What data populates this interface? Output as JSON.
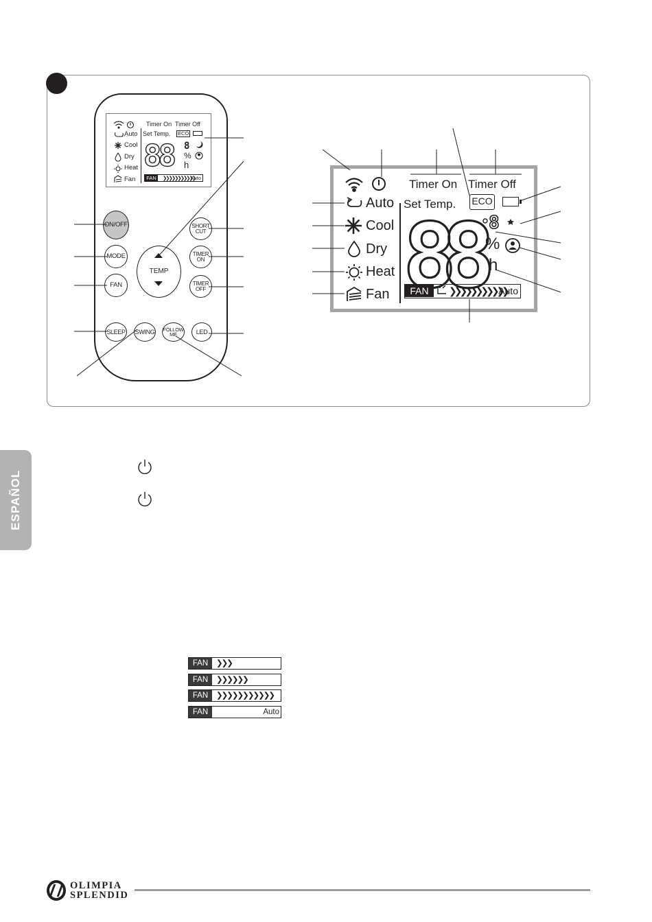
{
  "remote": {
    "lcd": {
      "timer_on": "Timer On",
      "timer_off": "Timer Off",
      "auto": "Auto",
      "set_temp": "Set Temp.",
      "eco": "ECO",
      "cool": "Cool",
      "dry": "Dry",
      "heat": "Heat",
      "fan": "Fan",
      "digits": "88",
      "fan_tag": "FAN",
      "fan_auto": "Auto"
    },
    "buttons": {
      "on_off": "ON/OFF",
      "mode": "MODE",
      "fan": "FAN",
      "temp": "TEMP",
      "shortcut_1": "SHORT",
      "shortcut_2": "CUT",
      "timer_on_1": "TIMER",
      "timer_on_2": "ON",
      "timer_off_1": "TIMER",
      "timer_off_2": "OFF",
      "sleep": "SLEEP",
      "swing": "SWING",
      "follow_1": "FOLLOW",
      "follow_2": "ME",
      "led": "LED"
    }
  },
  "lcd": {
    "timer_on": "Timer On",
    "timer_off": "Timer Off",
    "eco": "ECO",
    "auto": "Auto",
    "set_temp": "Set Temp.",
    "cool": "Cool",
    "dry": "Dry",
    "heat": "Heat",
    "fan": "Fan",
    "digits": "88",
    "small_digit": "8",
    "percent": "%",
    "hour": "h",
    "fan_tag": "FAN",
    "fan_auto": "Auto"
  },
  "side_tab": "ESPAÑOL",
  "fan_levels": [
    {
      "tag": "FAN",
      "level": "❯❯❯"
    },
    {
      "tag": "FAN",
      "level": "❯❯❯❯❯❯"
    },
    {
      "tag": "FAN",
      "level": "❯❯❯❯❯❯❯❯❯❯❯"
    },
    {
      "tag": "FAN",
      "auto": "Auto"
    }
  ],
  "brand": {
    "line1": "OLIMPIA",
    "line2": "SPLENDID"
  },
  "colors": {
    "ink": "#231f20",
    "lcd_border": "#a5a5a5",
    "side_tab": "#b3b3b3",
    "on_off_button": "#c6c6c6",
    "footer_line": "#9c9c9c"
  }
}
